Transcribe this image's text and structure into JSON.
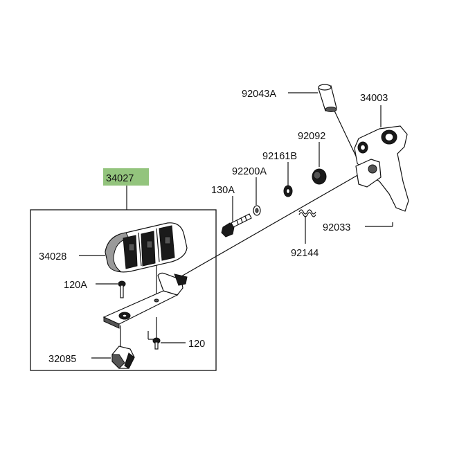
{
  "highlight_color": "#93c47d",
  "labels": {
    "p92043A": "92043A",
    "p34003": "34003",
    "p92092": "92092",
    "p92161B": "92161B",
    "p92200A": "92200A",
    "p130A": "130A",
    "p34027": "34027",
    "p92033": "92033",
    "p34028": "34028",
    "p92144": "92144",
    "p120A": "120A",
    "p120": "120",
    "p32085": "32085"
  }
}
